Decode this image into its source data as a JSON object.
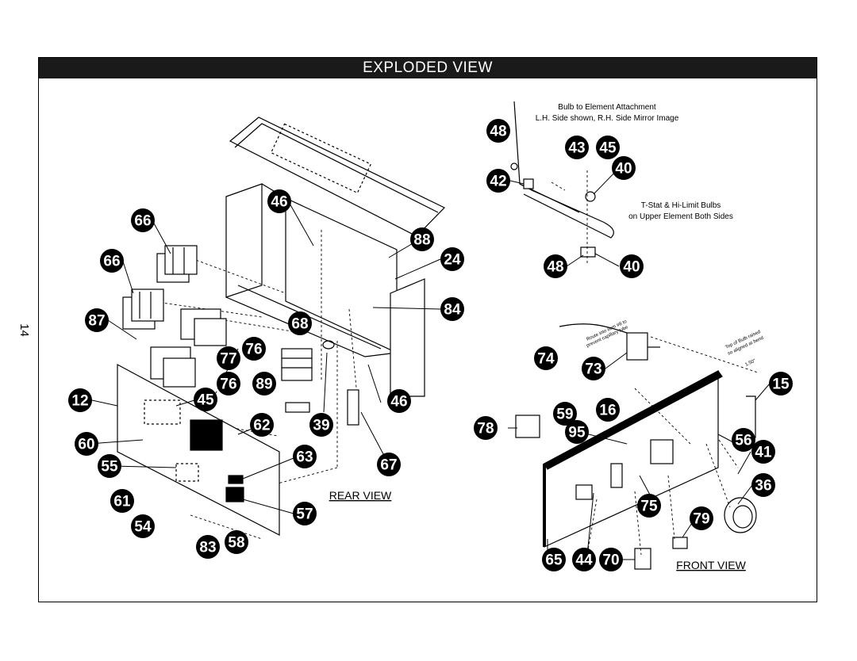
{
  "page": {
    "number": "14"
  },
  "header": {
    "title": "EXPLODED VIEW"
  },
  "notes": {
    "bulb_line1": "Bulb to Element Attachment",
    "bulb_line2": "L.H. Side shown, R.H. Side Mirror Image",
    "tstat_line1": "T-Stat & Hi-Limit Bulbs",
    "tstat_line2": "on Upper Element Both Sides",
    "route_line1": "Route into item #8 to",
    "route_line2": "prevent capillary tube",
    "top_line1": "Top of Bulb raised",
    "top_line2": "so aligned at bend",
    "top_line3": "1.50\""
  },
  "views": {
    "rear": "REAR VIEW",
    "front": "FRONT VIEW"
  },
  "callouts": {
    "c66a": "66",
    "c66b": "66",
    "c46a": "46",
    "c88": "88",
    "c24": "24",
    "c84": "84",
    "c87": "87",
    "c68": "68",
    "c77": "77",
    "c76a": "76",
    "c76b": "76",
    "c89": "89",
    "c46b": "46",
    "c12": "12",
    "c45": "45",
    "c62": "62",
    "c39": "39",
    "c60": "60",
    "c63": "63",
    "c67": "67",
    "c55": "55",
    "c61": "61",
    "c57": "57",
    "c54": "54",
    "c58": "58",
    "c83": "83",
    "c48a": "48",
    "c43": "43",
    "c45b": "45",
    "c42": "42",
    "c40a": "40",
    "c48b": "48",
    "c40b": "40",
    "c74": "74",
    "c73": "73",
    "c16": "16",
    "c15": "15",
    "c59": "59",
    "c78": "78",
    "c95": "95",
    "c56": "56",
    "c41": "41",
    "c36": "36",
    "c75": "75",
    "c79": "79",
    "c65": "65",
    "c44": "44",
    "c70": "70"
  }
}
